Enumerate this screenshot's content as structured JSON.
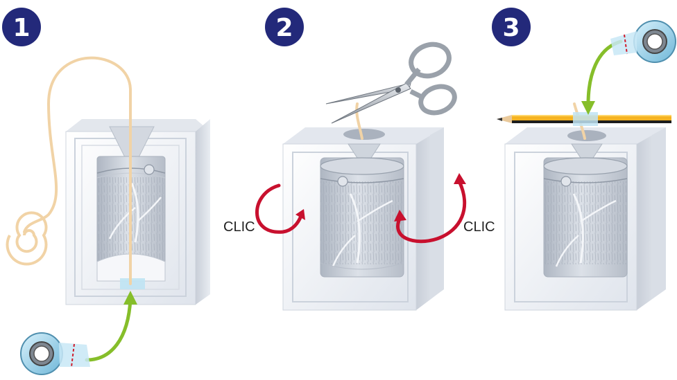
{
  "steps": [
    {
      "number": "1"
    },
    {
      "number": "2"
    },
    {
      "number": "3"
    }
  ],
  "labels": {
    "clic_left": "CLIC",
    "clic_right": "CLIC"
  },
  "colors": {
    "badge": "#23297a",
    "wick": "#f1d3a6",
    "green_arrow": "#86be2a",
    "red_arrow": "#c8102e",
    "mold_face": "#f1f4f8",
    "mold_shadow": "#c9cfd9",
    "tape": "#a8d8ee"
  },
  "icons": {
    "scissors": "scissors-icon",
    "pencil": "pencil-icon",
    "tape_roll": "tape-roll-icon",
    "wick": "wick-spiral-icon"
  }
}
